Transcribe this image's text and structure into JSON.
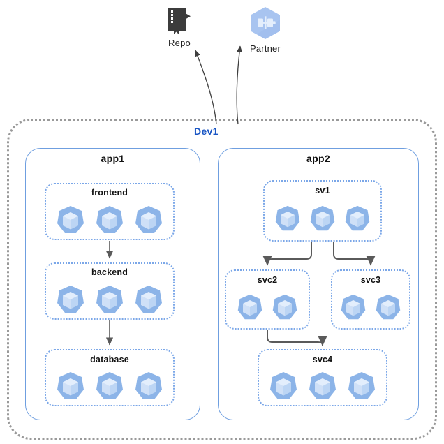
{
  "diagram": {
    "title": "Dev1",
    "external_nodes": [
      {
        "id": "repo",
        "label": "Repo",
        "icon": "repo-icon"
      },
      {
        "id": "partner",
        "label": "Partner",
        "icon": "partner-hexagon-icon"
      }
    ],
    "environment": {
      "name": "Dev1",
      "border_style": "dotted",
      "border_color": "#9a9a9a",
      "label_color": "#1a56c4"
    },
    "apps": [
      {
        "id": "app1",
        "label": "app1",
        "services": [
          {
            "id": "frontend",
            "label": "frontend",
            "pods": 3
          },
          {
            "id": "backend",
            "label": "backend",
            "pods": 3
          },
          {
            "id": "database",
            "label": "database",
            "pods": 3
          }
        ]
      },
      {
        "id": "app2",
        "label": "app2",
        "services": [
          {
            "id": "sv1",
            "label": "sv1",
            "pods": 3
          },
          {
            "id": "svc2",
            "label": "svc2",
            "pods": 2
          },
          {
            "id": "svc3",
            "label": "svc3",
            "pods": 2
          },
          {
            "id": "svc4",
            "label": "svc4",
            "pods": 3
          }
        ]
      }
    ],
    "edges": [
      {
        "from": "Dev1",
        "to": "Repo"
      },
      {
        "from": "Dev1",
        "to": "Partner"
      },
      {
        "from": "frontend",
        "to": "backend"
      },
      {
        "from": "backend",
        "to": "database"
      },
      {
        "from": "sv1",
        "to": "svc2"
      },
      {
        "from": "sv1",
        "to": "svc3"
      },
      {
        "from": "svc2",
        "to": "svc4"
      }
    ],
    "colors": {
      "accent_blue": "#1a56c4",
      "app_border": "#6f9fe0",
      "service_border": "#7ba7e8",
      "pod_outer": "#8cb4e8",
      "pod_cube": "#d5e4f8",
      "env_border": "#9a9a9a",
      "connector": "#4a4a4a",
      "repo_icon": "#3c3c3c",
      "partner_icon": "#a8c4f0"
    }
  }
}
